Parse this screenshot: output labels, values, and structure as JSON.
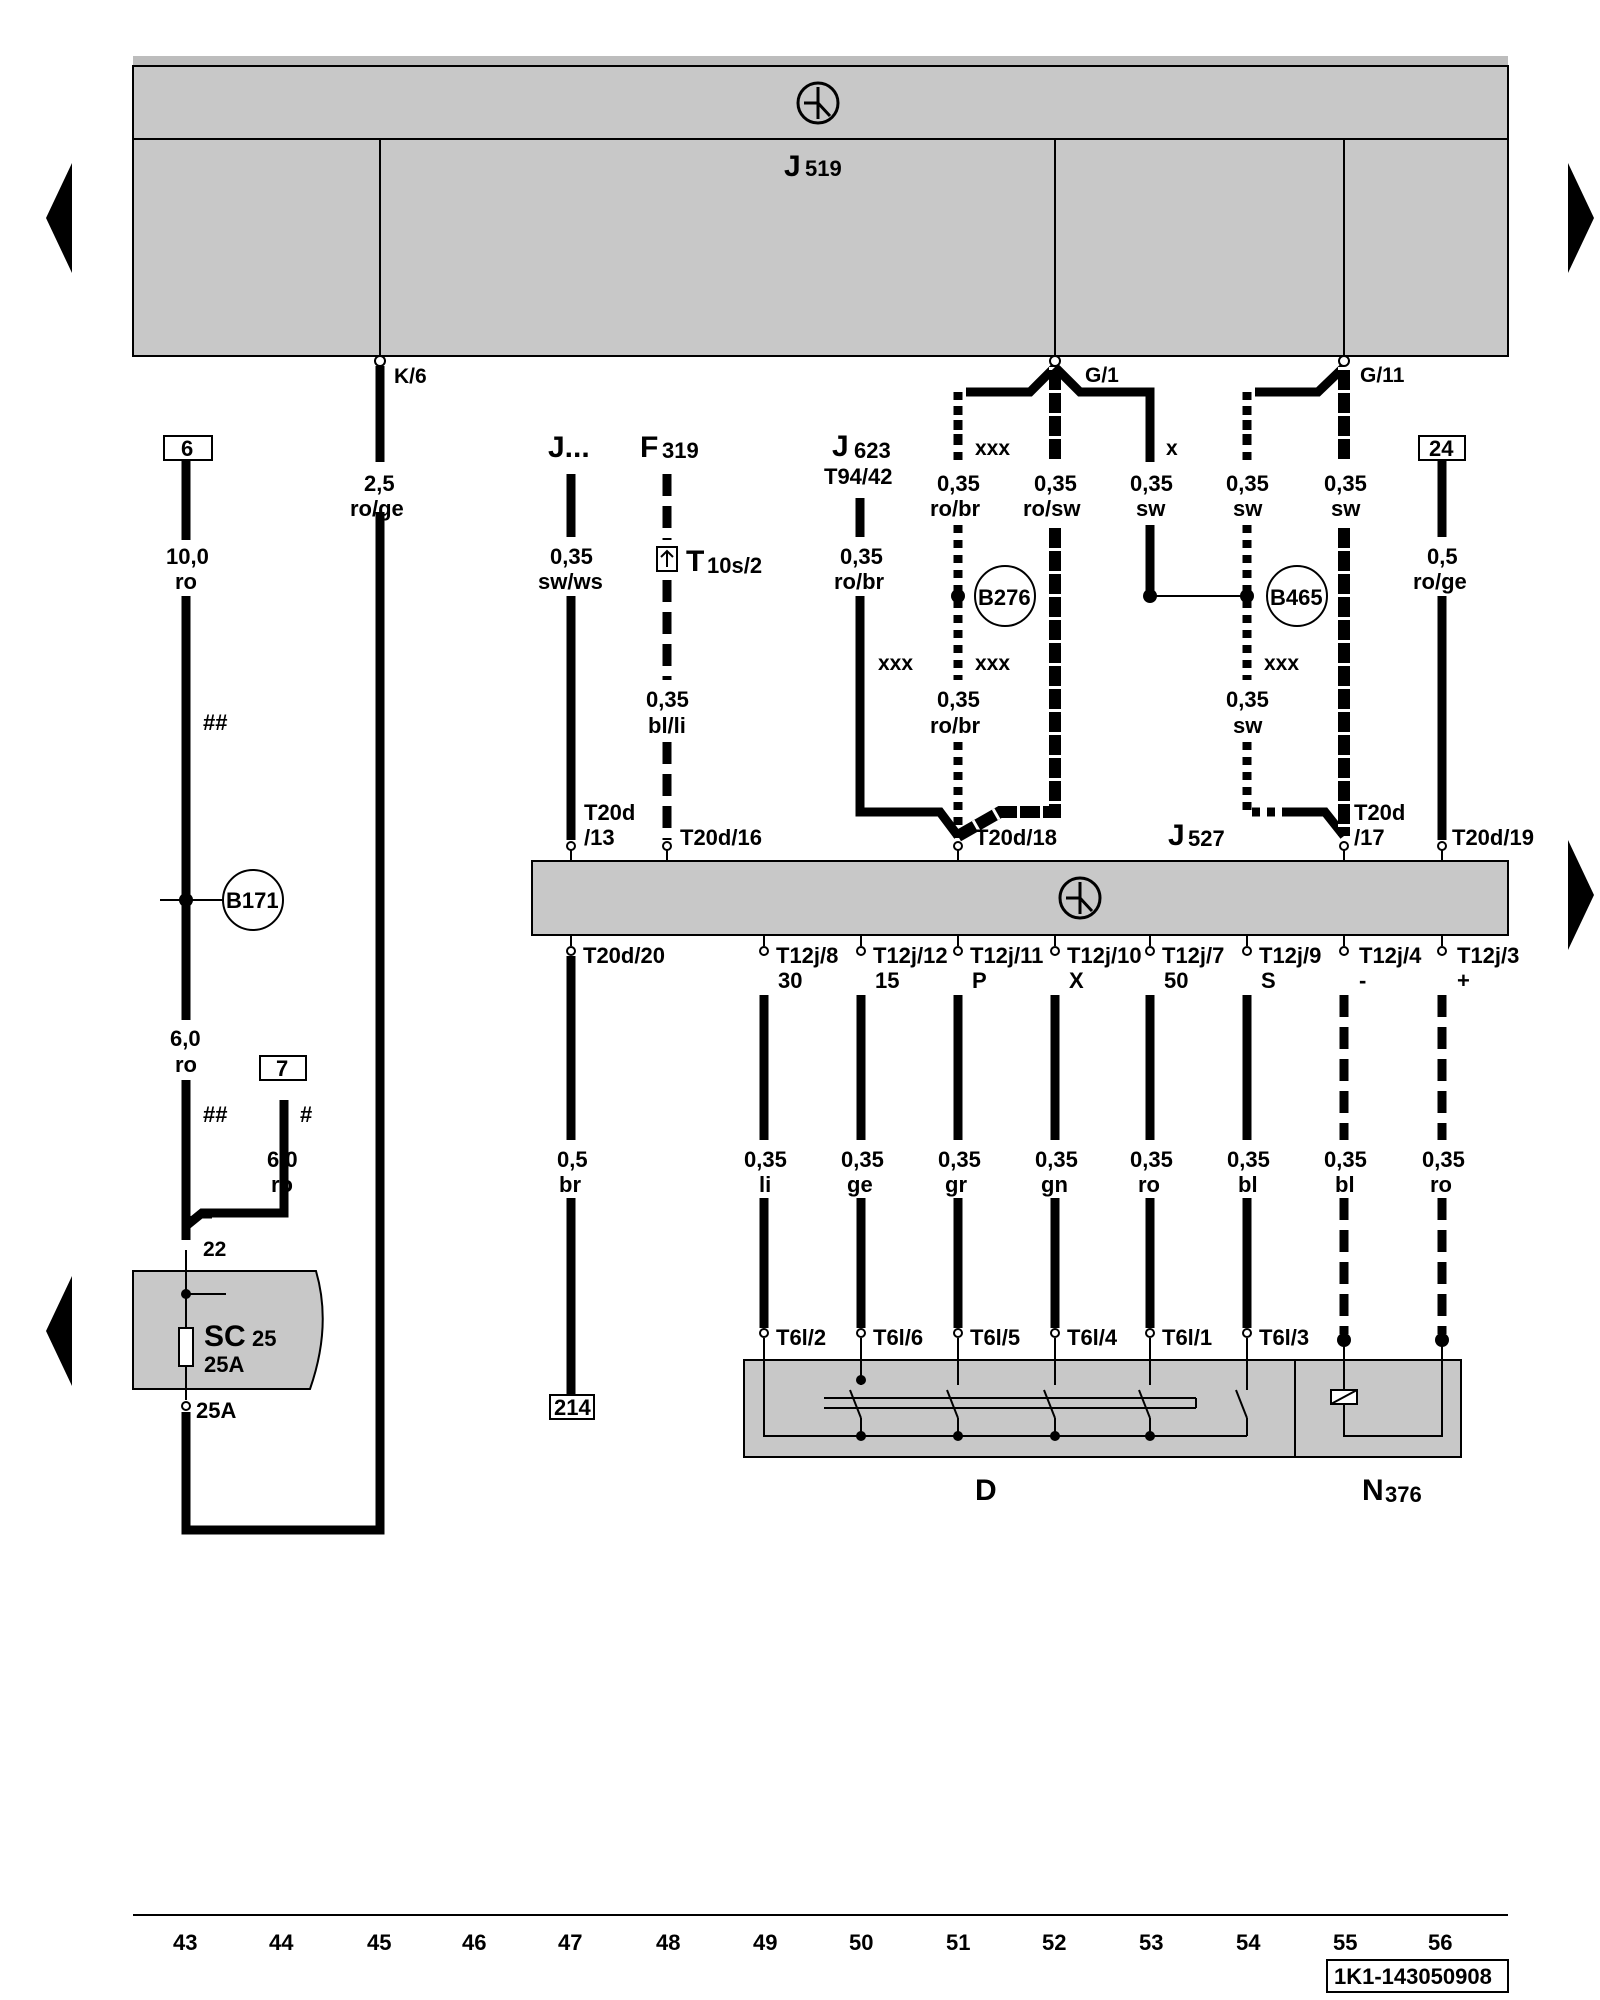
{
  "modules": {
    "top": {
      "name": "J",
      "sub": "519"
    },
    "middle": {
      "name": "J",
      "sub": "527"
    },
    "switch_label": "D",
    "coil": {
      "name": "N",
      "sub": "376"
    },
    "fuse": {
      "name": "SC",
      "sub": "25",
      "rating": "25A",
      "pin_in": "22",
      "pin_out": "25A"
    }
  },
  "top_pins": [
    "K/6",
    "G/1",
    "G/11"
  ],
  "refs": {
    "ref6": "6",
    "ref7": "7",
    "ref24": "24",
    "ref214": "214",
    "jdots": "J...",
    "f319": {
      "name": "F",
      "sub": "319"
    },
    "j623": {
      "name": "J",
      "sub": "623",
      "pin": "T94/42"
    },
    "t10s": {
      "name": "T",
      "sub": "10s/2"
    },
    "b171": "B171",
    "b276": "B276",
    "b465": "B465"
  },
  "wires": {
    "w43a": {
      "size": "10,0",
      "color": "ro"
    },
    "w43b": {
      "size": "6,0",
      "color": "ro"
    },
    "w44": {
      "size": "6,0",
      "color": "ro"
    },
    "w45": {
      "size": "2,5",
      "color": "ro/ge"
    },
    "w47a": {
      "size": "0,35",
      "color": "sw/ws"
    },
    "w47b": {
      "size": "0,5",
      "color": "br"
    },
    "w48": {
      "size": "0,35",
      "color": "bl/li"
    },
    "w50": {
      "size": "0,35",
      "color": "ro/br"
    },
    "w51a": {
      "size": "0,35",
      "color": "ro/br"
    },
    "w51b": {
      "size": "0,35",
      "color": "ro/br"
    },
    "w52": {
      "size": "0,35",
      "color": "ro/sw"
    },
    "w53": {
      "size": "0,35",
      "color": "sw"
    },
    "w54a": {
      "size": "0,35",
      "color": "sw"
    },
    "w54b": {
      "size": "0,35",
      "color": "sw"
    },
    "w55": {
      "size": "0,35",
      "color": "sw"
    },
    "w56": {
      "size": "0,5",
      "color": "ro/ge"
    }
  },
  "marks": {
    "hash2": "##",
    "hash1": "#",
    "xxx": "xxx",
    "x": "x"
  },
  "j527_top_pins": [
    "T20d",
    "/13",
    "T20d/16",
    "T20d/18",
    "T20d",
    "/17",
    "T20d/19"
  ],
  "j527_bottom_pins": [
    "T20d/20",
    "T12j/8",
    "T12j/12",
    "T12j/11",
    "T12j/10",
    "T12j/7",
    "T12j/9",
    "T12j/4",
    "T12j/3"
  ],
  "j527_terminal_marks": [
    "30",
    "15",
    "P",
    "X",
    "50",
    "S",
    "-",
    "+"
  ],
  "lower_wires": [
    {
      "size": "0,5",
      "color": "br"
    },
    {
      "size": "0,35",
      "color": "li"
    },
    {
      "size": "0,35",
      "color": "ge"
    },
    {
      "size": "0,35",
      "color": "gr"
    },
    {
      "size": "0,35",
      "color": "gn"
    },
    {
      "size": "0,35",
      "color": "ro"
    },
    {
      "size": "0,35",
      "color": "bl"
    },
    {
      "size": "0,35",
      "color": "bl"
    },
    {
      "size": "0,35",
      "color": "ro"
    }
  ],
  "d_pins": [
    "T6l/2",
    "T6l/6",
    "T6l/5",
    "T6l/4",
    "T6l/1",
    "T6l/3"
  ],
  "columns": [
    "43",
    "44",
    "45",
    "46",
    "47",
    "48",
    "49",
    "50",
    "51",
    "52",
    "53",
    "54",
    "55",
    "56"
  ],
  "doc_id": "1K1-143050908",
  "colors": {
    "module_fill": "#c8c8c8",
    "wire": "#000000",
    "paper": "#ffffff"
  }
}
